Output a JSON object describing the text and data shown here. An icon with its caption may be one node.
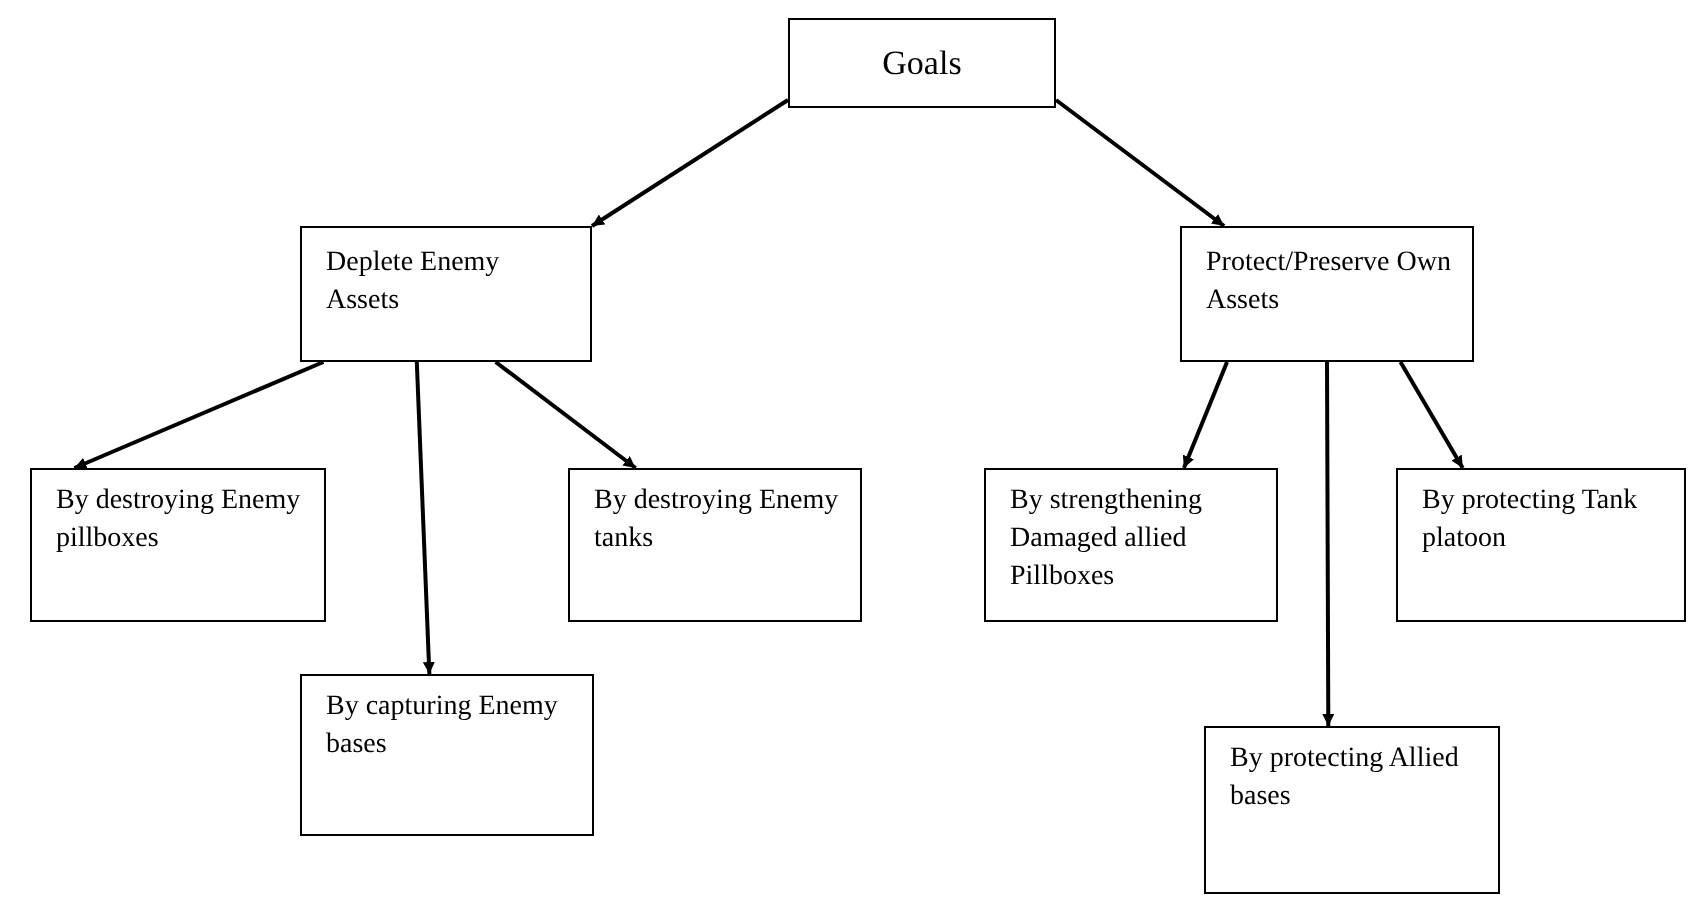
{
  "diagram": {
    "nodes": [
      {
        "text": [
          "Goals"
        ]
      },
      {
        "text": [
          "Deplete Enemy Assets"
        ]
      },
      {
        "text": [
          "Protect/Preserve Own Assets"
        ]
      },
      {
        "text": [
          "By destroying Enemy pillboxes"
        ]
      },
      {
        "text": [
          "By destroying Enemy tanks"
        ]
      },
      {
        "text": [
          "By capturing Enemy bases"
        ]
      },
      {
        "text": [
          "By strengthening Damaged allied Pillboxes"
        ]
      },
      {
        "text": [
          "By protecting Tank platoon"
        ]
      },
      {
        "text": [
          "By protecting Allied bases"
        ]
      }
    ],
    "edges": [
      {
        "from": 0,
        "to": 1,
        "arrow": "to"
      },
      {
        "from": 0,
        "to": 2,
        "arrow": "to"
      },
      {
        "from": 1,
        "to": 3,
        "arrow": "to"
      },
      {
        "from": 1,
        "to": 5,
        "arrow": "to"
      },
      {
        "from": 1,
        "to": 4,
        "arrow": "to"
      },
      {
        "from": 2,
        "to": 6,
        "arrow": "to"
      },
      {
        "from": 2,
        "to": 8,
        "arrow": "to"
      },
      {
        "from": 2,
        "to": 7,
        "arrow": "to"
      }
    ]
  }
}
